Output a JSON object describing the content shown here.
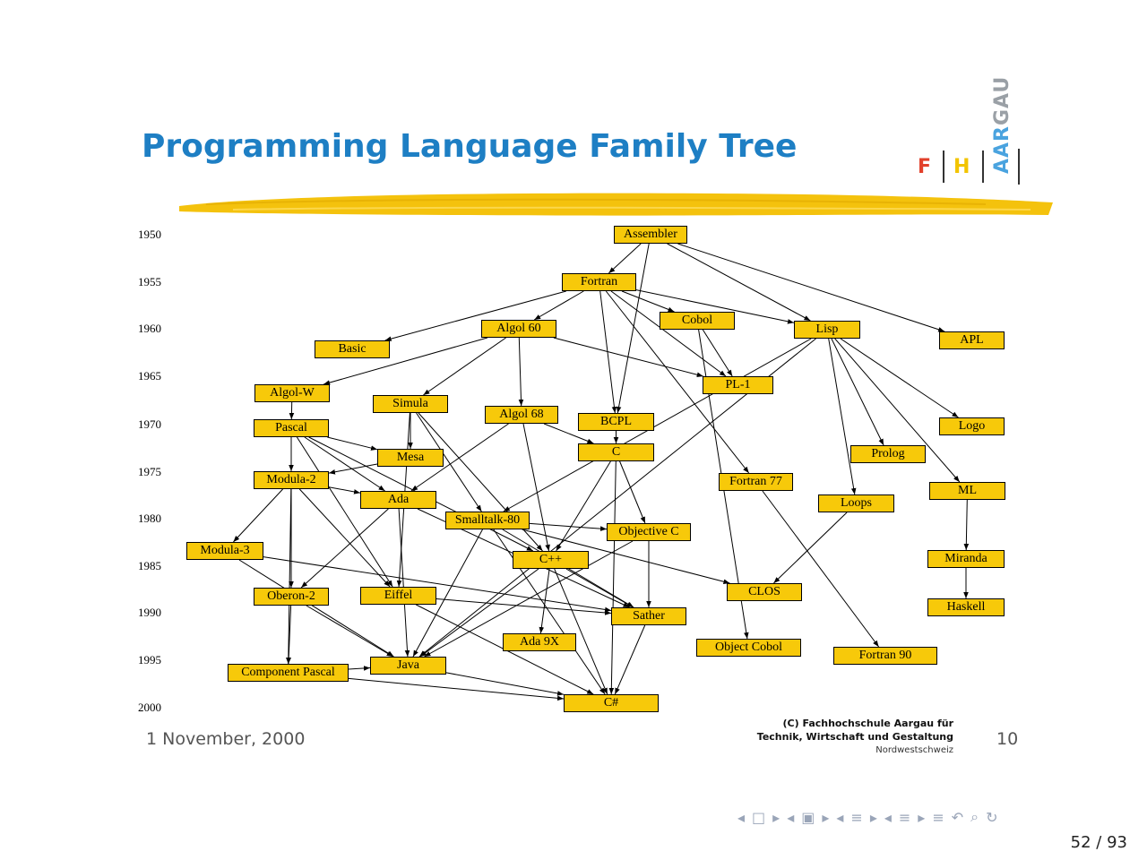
{
  "slide": {
    "title": "Programming Language Family Tree",
    "logo": {
      "f": "F",
      "h": "H",
      "aargau_blue": "AAR",
      "aargau_grey": "GAU"
    },
    "date": "1 November, 2000",
    "copyright_line1": "(C) Fachhochschule Aargau für",
    "copyright_line2": "Technik, Wirtschaft und Gestaltung",
    "copyright_line3": "Nordwestschweiz",
    "slide_number": "10"
  },
  "years": [
    "1950",
    "1955",
    "1960",
    "1965",
    "1970",
    "1975",
    "1980",
    "1985",
    "1990",
    "1995",
    "2000"
  ],
  "nodes": [
    {
      "id": "assembler",
      "label": "Assembler"
    },
    {
      "id": "fortran",
      "label": "Fortran"
    },
    {
      "id": "cobol",
      "label": "Cobol"
    },
    {
      "id": "algol60",
      "label": "Algol 60"
    },
    {
      "id": "lisp",
      "label": "Lisp"
    },
    {
      "id": "apl",
      "label": "APL"
    },
    {
      "id": "basic",
      "label": "Basic"
    },
    {
      "id": "pl1",
      "label": "PL-1"
    },
    {
      "id": "algolw",
      "label": "Algol-W"
    },
    {
      "id": "simula",
      "label": "Simula"
    },
    {
      "id": "algol68",
      "label": "Algol 68"
    },
    {
      "id": "bcpl",
      "label": "BCPL"
    },
    {
      "id": "logo",
      "label": "Logo"
    },
    {
      "id": "pascal",
      "label": "Pascal"
    },
    {
      "id": "c",
      "label": "C"
    },
    {
      "id": "mesa",
      "label": "Mesa"
    },
    {
      "id": "prolog",
      "label": "Prolog"
    },
    {
      "id": "modula2",
      "label": "Modula-2"
    },
    {
      "id": "fortran77",
      "label": "Fortran 77"
    },
    {
      "id": "ada",
      "label": "Ada"
    },
    {
      "id": "ml",
      "label": "ML"
    },
    {
      "id": "loops",
      "label": "Loops"
    },
    {
      "id": "smalltalk80",
      "label": "Smalltalk-80"
    },
    {
      "id": "objc",
      "label": "Objective C"
    },
    {
      "id": "modula3",
      "label": "Modula-3"
    },
    {
      "id": "cpp",
      "label": "C++"
    },
    {
      "id": "miranda",
      "label": "Miranda"
    },
    {
      "id": "oberon2",
      "label": "Oberon-2"
    },
    {
      "id": "eiffel",
      "label": "Eiffel"
    },
    {
      "id": "clos",
      "label": "CLOS"
    },
    {
      "id": "haskell",
      "label": "Haskell"
    },
    {
      "id": "sather",
      "label": "Sather"
    },
    {
      "id": "ada9x",
      "label": "Ada 9X"
    },
    {
      "id": "objectcobol",
      "label": "Object Cobol"
    },
    {
      "id": "fortran90",
      "label": "Fortran 90"
    },
    {
      "id": "java",
      "label": "Java"
    },
    {
      "id": "cpascal",
      "label": "Component Pascal"
    },
    {
      "id": "csharp",
      "label": "C#"
    }
  ],
  "edges": [
    [
      "assembler",
      "fortran"
    ],
    [
      "assembler",
      "lisp"
    ],
    [
      "assembler",
      "apl"
    ],
    [
      "assembler",
      "bcpl"
    ],
    [
      "fortran",
      "cobol"
    ],
    [
      "fortran",
      "algol60"
    ],
    [
      "fortran",
      "lisp"
    ],
    [
      "fortran",
      "basic"
    ],
    [
      "fortran",
      "pl1"
    ],
    [
      "fortran",
      "fortran77"
    ],
    [
      "fortran",
      "bcpl"
    ],
    [
      "algol60",
      "algolw"
    ],
    [
      "algol60",
      "simula"
    ],
    [
      "algol60",
      "algol68"
    ],
    [
      "algol60",
      "pl1"
    ],
    [
      "cobol",
      "pl1"
    ],
    [
      "cobol",
      "objectcobol"
    ],
    [
      "lisp",
      "logo"
    ],
    [
      "lisp",
      "prolog"
    ],
    [
      "lisp",
      "ml"
    ],
    [
      "lisp",
      "loops"
    ],
    [
      "lisp",
      "smalltalk80"
    ],
    [
      "lisp",
      "java"
    ],
    [
      "algolw",
      "pascal"
    ],
    [
      "simula",
      "mesa"
    ],
    [
      "simula",
      "smalltalk80"
    ],
    [
      "simula",
      "cpp"
    ],
    [
      "simula",
      "eiffel"
    ],
    [
      "algol68",
      "c"
    ],
    [
      "algol68",
      "ada"
    ],
    [
      "algol68",
      "cpp"
    ],
    [
      "bcpl",
      "c"
    ],
    [
      "pascal",
      "modula2"
    ],
    [
      "pascal",
      "mesa"
    ],
    [
      "pascal",
      "ada"
    ],
    [
      "pascal",
      "eiffel"
    ],
    [
      "pascal",
      "cpp"
    ],
    [
      "mesa",
      "modula2"
    ],
    [
      "c",
      "cpp"
    ],
    [
      "c",
      "objc"
    ],
    [
      "c",
      "csharp"
    ],
    [
      "modula2",
      "modula3"
    ],
    [
      "modula2",
      "oberon2"
    ],
    [
      "modula2",
      "ada"
    ],
    [
      "modula2",
      "eiffel"
    ],
    [
      "modula2",
      "cpascal"
    ],
    [
      "ada",
      "sather"
    ],
    [
      "ada",
      "java"
    ],
    [
      "ada",
      "oberon2"
    ],
    [
      "smalltalk80",
      "objc"
    ],
    [
      "smalltalk80",
      "clos"
    ],
    [
      "smalltalk80",
      "sather"
    ],
    [
      "smalltalk80",
      "java"
    ],
    [
      "smalltalk80",
      "csharp"
    ],
    [
      "objc",
      "sather"
    ],
    [
      "objc",
      "java"
    ],
    [
      "loops",
      "clos"
    ],
    [
      "modula3",
      "sather"
    ],
    [
      "modula3",
      "java"
    ],
    [
      "cpp",
      "sather"
    ],
    [
      "cpp",
      "ada9x"
    ],
    [
      "cpp",
      "java"
    ],
    [
      "cpp",
      "csharp"
    ],
    [
      "ml",
      "miranda"
    ],
    [
      "miranda",
      "haskell"
    ],
    [
      "fortran77",
      "fortran90"
    ],
    [
      "oberon2",
      "cpascal"
    ],
    [
      "oberon2",
      "java"
    ],
    [
      "eiffel",
      "sather"
    ],
    [
      "eiffel",
      "csharp"
    ],
    [
      "sather",
      "csharp"
    ],
    [
      "java",
      "csharp"
    ],
    [
      "cpascal",
      "csharp"
    ],
    [
      "cpascal",
      "java"
    ]
  ],
  "navigation": {
    "symbols": [
      "◂",
      "□",
      "▸",
      "◂",
      "▣",
      "▸",
      "◂",
      "≡",
      "▸",
      "◂",
      "≡",
      "▸",
      "≡",
      "↶",
      "⌕",
      "↻"
    ],
    "page": "52 / 93"
  }
}
